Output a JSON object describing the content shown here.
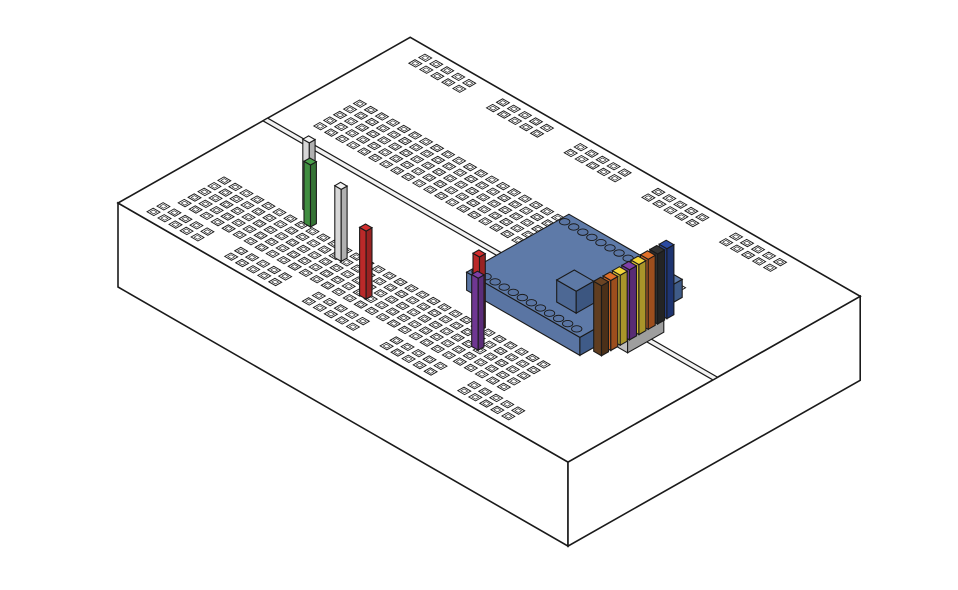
{
  "colors": {
    "background": "#ffffff",
    "board_top": "#ffffff",
    "board_side": "#ffffff",
    "outline": "#1a1a1a",
    "hole": "#ffffff",
    "module": "#5a75a3",
    "module_top": "#5e7aa8",
    "module_side": "#3f5b88",
    "usb": "#cfcfcf"
  },
  "wires": [
    {
      "name": "white-wire-1",
      "color": "#f4f4f4"
    },
    {
      "name": "green-wire",
      "color": "#4aa04a"
    },
    {
      "name": "white-wire-2",
      "color": "#f4f4f4"
    },
    {
      "name": "red-wire-1",
      "color": "#d32f2f"
    },
    {
      "name": "red-wire-2",
      "color": "#d32f2f"
    },
    {
      "name": "purple-wire",
      "color": "#7e3fa6"
    }
  ],
  "header_wires": [
    {
      "name": "header-wire-blue",
      "color": "#2b4aa0"
    },
    {
      "name": "header-wire-black",
      "color": "#333333"
    },
    {
      "name": "header-wire-orange-1",
      "color": "#e0702a"
    },
    {
      "name": "header-wire-yellow-1",
      "color": "#f2d53c"
    },
    {
      "name": "header-wire-purple",
      "color": "#7e3fa6"
    },
    {
      "name": "header-wire-yellow-2",
      "color": "#f2d53c"
    },
    {
      "name": "header-wire-orange-2",
      "color": "#e0702a"
    },
    {
      "name": "header-wire-brown",
      "color": "#6b4424"
    }
  ],
  "icons": [
    "breadboard-icon",
    "arduino-module-icon",
    "usb-connector-icon"
  ]
}
